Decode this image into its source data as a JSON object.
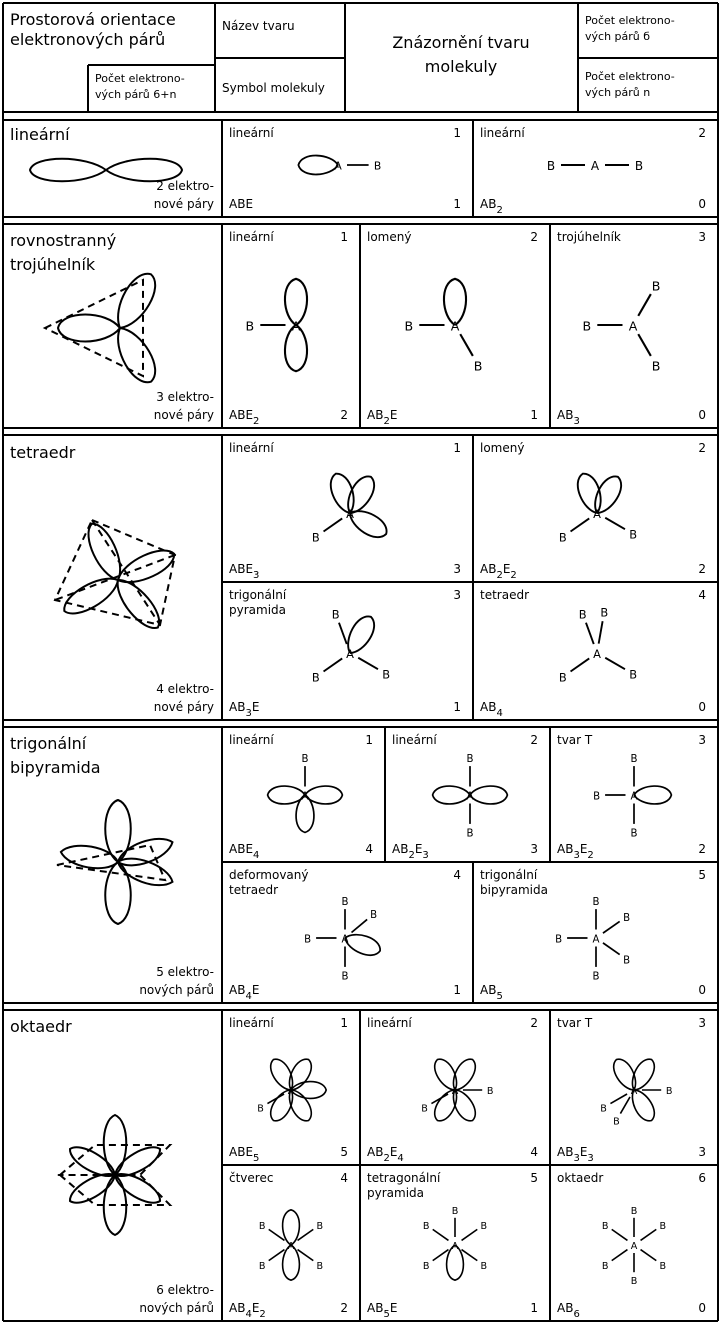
{
  "header": {
    "orientation_line1": "Prostorová orientace",
    "orientation_line2": "elektronových párů",
    "pairs_total_line1": "Počet elektrono-",
    "pairs_total_line2": "vých párů 6+n",
    "shape_name": "Název tvaru",
    "molecule_symbol": "Symbol molekuly",
    "shape_depiction_line1": "Znázornění tvaru",
    "shape_depiction_line2": "molekuly",
    "bonding_pairs_line1": "Počet elektrono-",
    "bonding_pairs_line2": "vých párů б",
    "lone_pairs_line1": "Počet elektrono-",
    "lone_pairs_line2": "vých párů n"
  },
  "rows": [
    {
      "orientation": [
        "lineární"
      ],
      "pairs": [
        "2 elektro-",
        "nové páry"
      ],
      "cells": [
        {
          "name": [
            "lineární"
          ],
          "sigma": "1",
          "symbol_base": "ABE",
          "symbol_sub": "",
          "n": "1"
        },
        {
          "name": [
            "lineární"
          ],
          "sigma": "2",
          "symbol_base": "AB",
          "symbol_sub": "2",
          "n": "0"
        }
      ]
    },
    {
      "orientation": [
        "rovnostranný",
        "trojúhelník"
      ],
      "pairs": [
        "3 elektro-",
        "nové páry"
      ],
      "cells": [
        {
          "name": [
            "lineární"
          ],
          "sigma": "1",
          "symbol_base": "ABE",
          "symbol_sub": "2",
          "n": "2"
        },
        {
          "name": [
            "lomený"
          ],
          "sigma": "2",
          "symbol_base": "AB",
          "symbol_sub": "2",
          "symbol_tail": "E",
          "n": "1"
        },
        {
          "name": [
            "trojúhelník"
          ],
          "sigma": "3",
          "symbol_base": "AB",
          "symbol_sub": "3",
          "n": "0"
        }
      ]
    },
    {
      "orientation": [
        "tetraedr"
      ],
      "pairs": [
        "4 elektro-",
        "nové páry"
      ],
      "cells": [
        {
          "name": [
            "lineární"
          ],
          "sigma": "1",
          "symbol_base": "ABE",
          "symbol_sub": "3",
          "n": "3"
        },
        {
          "name": [
            "lomený"
          ],
          "sigma": "2",
          "symbol_base": "AB",
          "symbol_sub": "2",
          "symbol_tail": "E",
          "symbol_sub2": "2",
          "n": "2"
        },
        {
          "name": [
            "trigonální",
            "pyramida"
          ],
          "sigma": "3",
          "symbol_base": "AB",
          "symbol_sub": "3",
          "symbol_tail": "E",
          "n": "1"
        },
        {
          "name": [
            "tetraedr"
          ],
          "sigma": "4",
          "symbol_base": "AB",
          "symbol_sub": "4",
          "n": "0"
        }
      ]
    },
    {
      "orientation": [
        "trigonální",
        "bipyramida"
      ],
      "pairs": [
        "5 elektro-",
        "nových párů"
      ],
      "cells": [
        {
          "name": [
            "lineární"
          ],
          "sigma": "1",
          "symbol_base": "ABE",
          "symbol_sub": "4",
          "n": "4"
        },
        {
          "name": [
            "lineární"
          ],
          "sigma": "2",
          "symbol_base": "AB",
          "symbol_sub": "2",
          "symbol_tail": "E",
          "symbol_sub2": "3",
          "n": "3"
        },
        {
          "name": [
            "tvar T"
          ],
          "sigma": "3",
          "symbol_base": "AB",
          "symbol_sub": "3",
          "symbol_tail": "E",
          "symbol_sub2": "2",
          "n": "2"
        },
        {
          "name": [
            "deformovaný",
            "tetraedr"
          ],
          "sigma": "4",
          "symbol_base": "AB",
          "symbol_sub": "4",
          "symbol_tail": "E",
          "n": "1"
        },
        {
          "name": [
            "trigonální",
            "bipyramida"
          ],
          "sigma": "5",
          "symbol_base": "AB",
          "symbol_sub": "5",
          "n": "0"
        }
      ]
    },
    {
      "orientation": [
        "oktaedr"
      ],
      "pairs": [
        "6 elektro-",
        "nových párů"
      ],
      "cells": [
        {
          "name": [
            "lineární"
          ],
          "sigma": "1",
          "symbol_base": "ABE",
          "symbol_sub": "5",
          "n": "5"
        },
        {
          "name": [
            "lineární"
          ],
          "sigma": "2",
          "symbol_base": "AB",
          "symbol_sub": "2",
          "symbol_tail": "E",
          "symbol_sub2": "4",
          "n": "4"
        },
        {
          "name": [
            "tvar T"
          ],
          "sigma": "3",
          "symbol_base": "AB",
          "symbol_sub": "3",
          "symbol_tail": "E",
          "symbol_sub2": "3",
          "n": "3"
        },
        {
          "name": [
            "čtverec"
          ],
          "sigma": "4",
          "symbol_base": "AB",
          "symbol_sub": "4",
          "symbol_tail": "E",
          "symbol_sub2": "2",
          "n": "2"
        },
        {
          "name": [
            "tetragonální",
            "pyramida"
          ],
          "sigma": "5",
          "symbol_base": "AB",
          "symbol_sub": "5",
          "symbol_tail": "E",
          "n": "1"
        },
        {
          "name": [
            "oktaedr"
          ],
          "sigma": "6",
          "symbol_base": "AB",
          "symbol_sub": "6",
          "n": "0"
        }
      ]
    }
  ],
  "labels": {
    "central_atom": "A",
    "ligand": "B"
  }
}
